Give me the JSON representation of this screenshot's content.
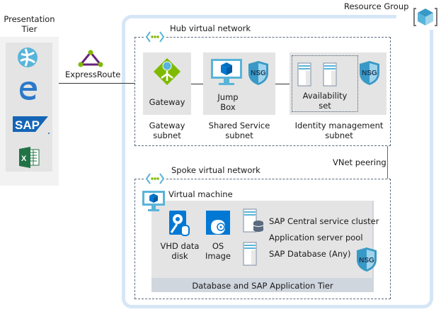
{
  "presentation_tier": {
    "title": "Presentation Tier",
    "icons": [
      "azure-web-icon",
      "edge-browser-icon",
      "sap-logo-icon",
      "excel-icon"
    ]
  },
  "express_route": {
    "label": "ExpressRoute"
  },
  "resource_group": {
    "label": "Resource Group"
  },
  "hub": {
    "title": "Hub virtual network",
    "gateway": {
      "label": "Gateway",
      "subnet": "Gateway subnet"
    },
    "shared": {
      "label": "Jump Box",
      "subnet": "Shared Service subnet",
      "nsg": "NSG"
    },
    "identity": {
      "label": "Availability set",
      "subnet": "Identity management subnet",
      "nsg": "NSG"
    }
  },
  "peering": {
    "label": "VNet peering"
  },
  "spoke": {
    "title": "Spoke virtual network",
    "vm": {
      "label": "Virtual machine"
    },
    "vhd": {
      "label": "VHD data disk"
    },
    "os": {
      "label": "OS Image"
    },
    "items": [
      "SAP Central service cluster",
      "Application server pool",
      "SAP Database (Any)"
    ],
    "nsg": "NSG",
    "tier_label": "Database and SAP Application Tier"
  },
  "colors": {
    "azure_blue": "#0078d4",
    "light_blue": "#d6e6f6",
    "gateway_green": "#7fba00",
    "nsg_blue": "#59b4d9"
  }
}
